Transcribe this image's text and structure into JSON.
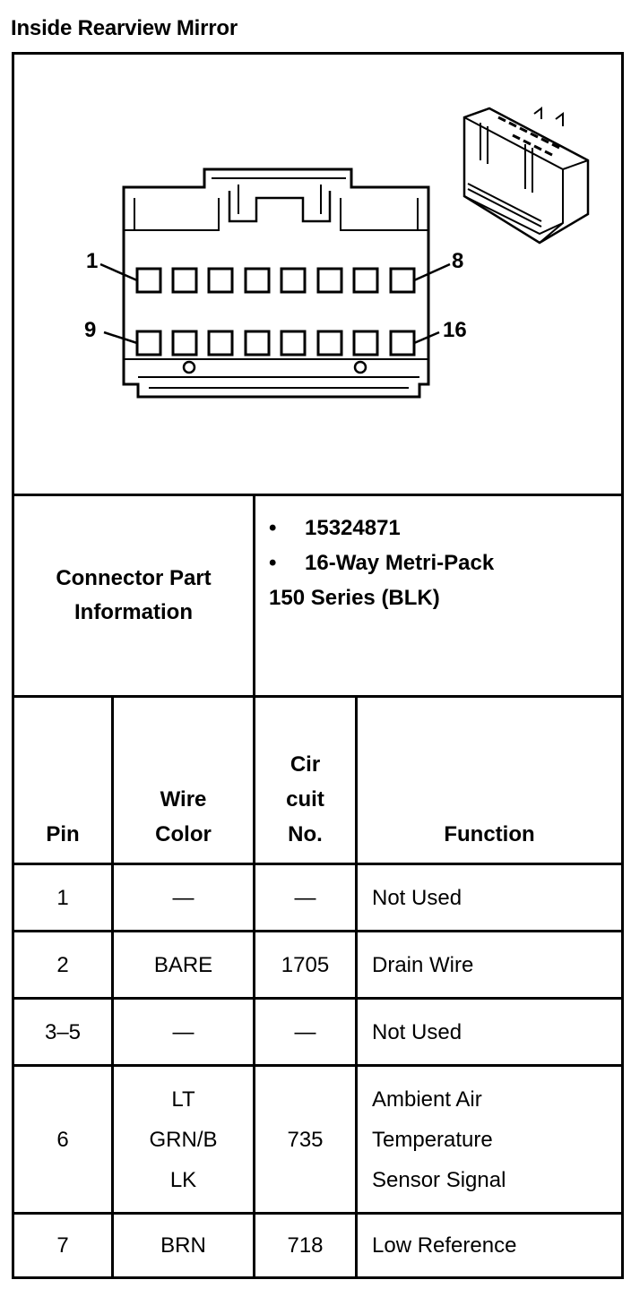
{
  "title": "Inside Rearview Mirror",
  "connector": {
    "pin_label_1": "1",
    "pin_label_8": "8",
    "pin_label_9": "9",
    "pin_label_16": "16"
  },
  "part_info": {
    "label": "Connector Part\nInformation",
    "bullet_symbol": "•",
    "items": [
      "15324871",
      "16-Way Metri-Pack"
    ],
    "extra_line": "150 Series (BLK)"
  },
  "table": {
    "headers": [
      "Pin",
      "Wire\nColor",
      "Cir\ncuit\nNo.",
      "Function"
    ],
    "rows": [
      {
        "pin": "1",
        "wire_color": "—",
        "circuit": "—",
        "function": "Not Used"
      },
      {
        "pin": "2",
        "wire_color": "BARE",
        "circuit": "1705",
        "function": "Drain Wire"
      },
      {
        "pin": "3–5",
        "wire_color": "—",
        "circuit": "—",
        "function": "Not Used"
      },
      {
        "pin": "6",
        "wire_color": "LT\nGRN/B\nLK",
        "circuit": "735",
        "function": "Ambient Air\nTemperature\nSensor Signal"
      },
      {
        "pin": "7",
        "wire_color": "BRN",
        "circuit": "718",
        "function": "Low Reference"
      }
    ]
  }
}
